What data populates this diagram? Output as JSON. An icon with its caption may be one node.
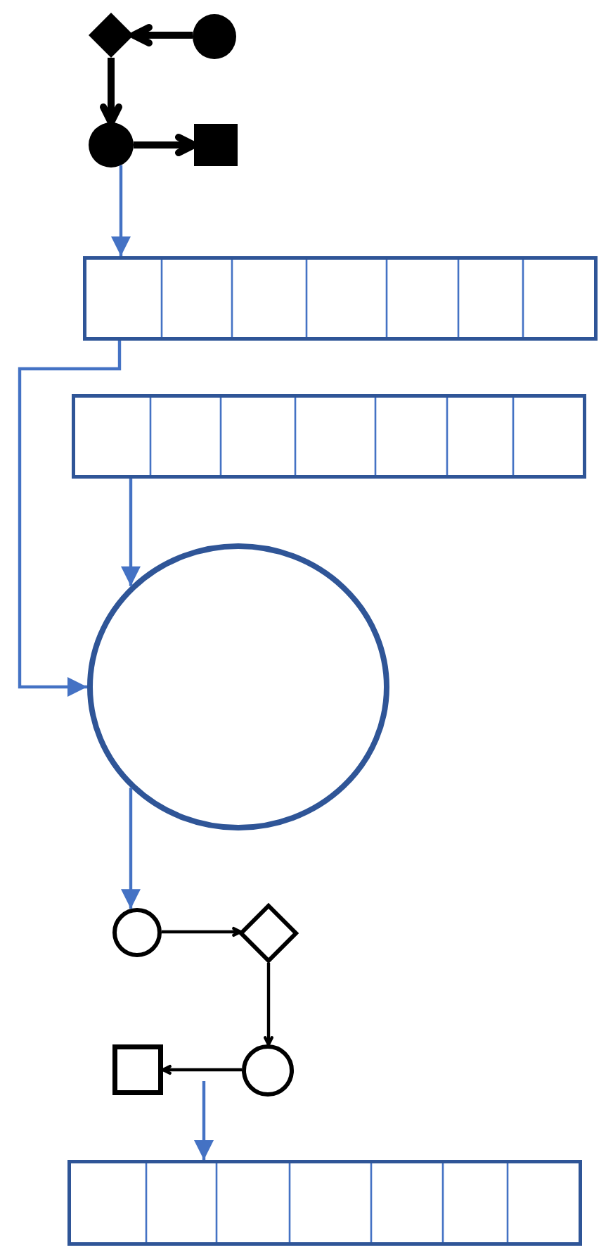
{
  "diagram": {
    "nodes": [
      {
        "text": [],
        "shape": "diamond"
      },
      {
        "text": [],
        "shape": "circle"
      },
      {
        "text": [],
        "shape": "circle"
      },
      {
        "text": [],
        "shape": "box"
      },
      {
        "text": [],
        "shape": "bar"
      },
      {
        "text": [],
        "shape": "bar"
      },
      {
        "text": [],
        "shape": "circle"
      },
      {
        "text": [],
        "shape": "circle"
      },
      {
        "text": [],
        "shape": "diamond"
      },
      {
        "text": [],
        "shape": "circle"
      },
      {
        "text": [],
        "shape": "box"
      },
      {
        "text": [],
        "shape": "bar"
      }
    ],
    "edges": [
      {
        "from": 1,
        "to": 0,
        "arrow": "to",
        "style": "thick"
      },
      {
        "from": 0,
        "to": 2,
        "arrow": "to",
        "style": "thick"
      },
      {
        "from": 2,
        "to": 3,
        "arrow": "to",
        "style": "thick"
      },
      {
        "from": 2,
        "to": 4,
        "arrow": "to",
        "color": "#4472c4"
      },
      {
        "from": 4,
        "to": 6,
        "arrow": "to",
        "color": "#4472c4"
      },
      {
        "from": 5,
        "to": 6,
        "arrow": "to",
        "color": "#4472c4"
      },
      {
        "from": 6,
        "to": 7,
        "arrow": "to",
        "color": "#4472c4"
      },
      {
        "from": 7,
        "to": 8,
        "arrow": "to"
      },
      {
        "from": 8,
        "to": 9,
        "arrow": "to"
      },
      {
        "from": 9,
        "to": 10,
        "arrow": "to"
      },
      {
        "from": null,
        "to": 11,
        "arrow": "to",
        "color": "#4472c4"
      }
    ]
  }
}
